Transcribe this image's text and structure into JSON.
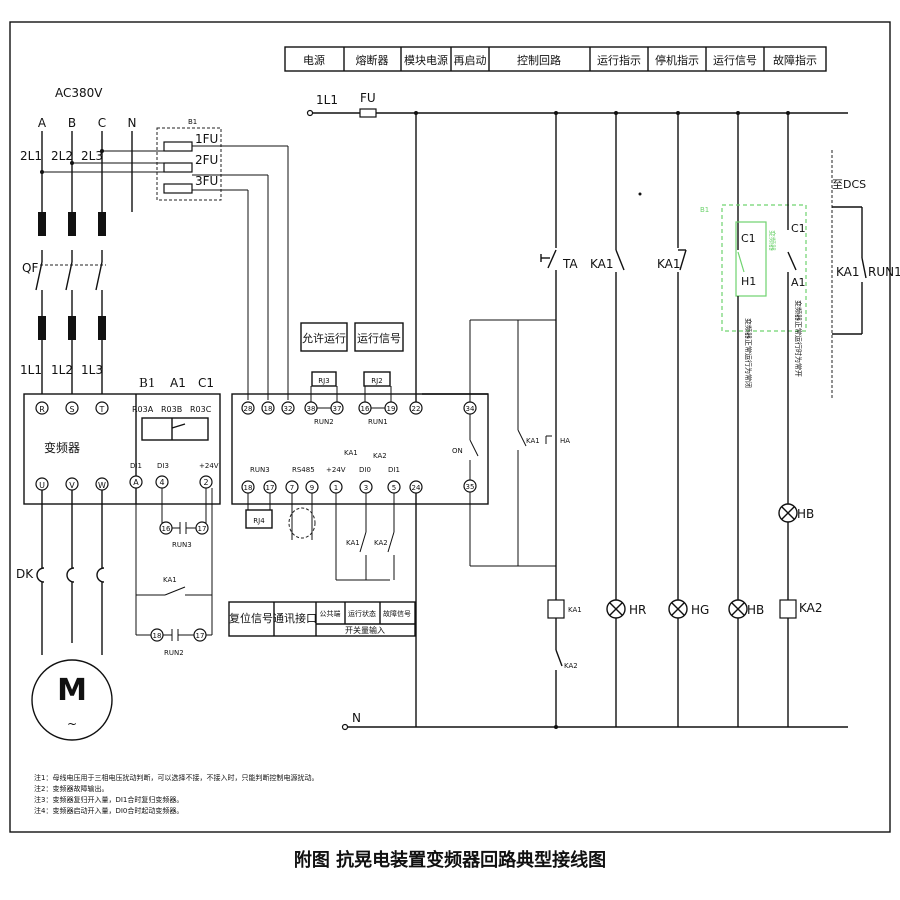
{
  "caption": "附图 抗晃电装置变频器回路典型接线图",
  "header_cells": [
    "电源",
    "熔断器",
    "模块电源",
    "再启动",
    "控制回路",
    "运行指示",
    "停机指示",
    "运行信号",
    "故障指示"
  ],
  "power": {
    "ac": "AC380V",
    "phases": [
      "A",
      "B",
      "C",
      "N"
    ],
    "l2": [
      "2L1",
      "2L2",
      "2L3"
    ],
    "qf": "QF",
    "l1": [
      "1L1",
      "1L2",
      "1L3"
    ],
    "dk": "DK",
    "motor": "M",
    "motor_sym": "~"
  },
  "bus": {
    "top": "1L1",
    "fu": "FU",
    "bottom": "N"
  },
  "fuses": {
    "box": "B1",
    "items": [
      "1FU",
      "2FU",
      "3FU"
    ]
  },
  "vfd": {
    "name": "变频器",
    "inputs": [
      "R",
      "S",
      "T"
    ],
    "outputs": [
      "U",
      "V",
      "W"
    ],
    "relay_heads": [
      "B1",
      "A1",
      "C1"
    ],
    "relay_terms": [
      "R03A",
      "R03B",
      "R03C"
    ],
    "di_labels": [
      "DI1",
      "DI3",
      "+24V"
    ],
    "di_terms": [
      "A",
      "4",
      "2"
    ]
  },
  "module": {
    "top_terms": [
      "28",
      "18",
      "32",
      "38",
      "37",
      "16",
      "19",
      "22"
    ],
    "right_terms": [
      "34",
      "35"
    ],
    "bottom_terms": [
      "18",
      "17",
      "7",
      "9",
      "1",
      "3",
      "5",
      "24"
    ],
    "bottom_labels": [
      "RUN3",
      "RS485",
      "+24V",
      "DI0",
      "DI1"
    ],
    "run_labels": [
      "RUN2",
      "RUN1"
    ],
    "rj": [
      "RJ3",
      "RJ2",
      "RJ4"
    ],
    "on": "ON",
    "ka": [
      "KA1",
      "KA2"
    ],
    "side": [
      "KA1",
      "HA"
    ],
    "allow_run": "允许运行",
    "run_signal": "运行信号"
  },
  "bottom_table": {
    "cells": [
      "复位信号",
      "通讯接口",
      "公共端",
      "运行状态",
      "故障信号"
    ],
    "sub": "开关量输入"
  },
  "vfd_extra": {
    "terms": [
      "16",
      "17",
      "18",
      "17"
    ],
    "run3": "RUN3",
    "run2": "RUN2",
    "ka1": "KA1"
  },
  "control": {
    "ta": "TA",
    "ka1": "KA1",
    "ka1_coil": "KA1",
    "ka2_nc": "KA2",
    "lamps": [
      "HR",
      "HG",
      "HB",
      "HB"
    ],
    "ka2_coil": "KA2",
    "c1": "C1",
    "h1": "H1",
    "a1": "A1",
    "vfd_tag": "变频器",
    "note1": "变频器正常运行为常闭",
    "note2": "变频器正常运行时为常开",
    "dcs": "至DCS",
    "ka1_dcs": "KA1",
    "run1": "RUN1",
    "green_tag": "B1"
  },
  "notes": [
    "注1：母线电压用于三相电压扰动判断，可以选择不接，不接入时，只能判断控制电源扰动。",
    "注2：变频器故障输出。",
    "注3：变频器复归开入量，DI1合时复归变频器。",
    "注4：变频器启动开入量，DI0合时起动变频器。"
  ]
}
